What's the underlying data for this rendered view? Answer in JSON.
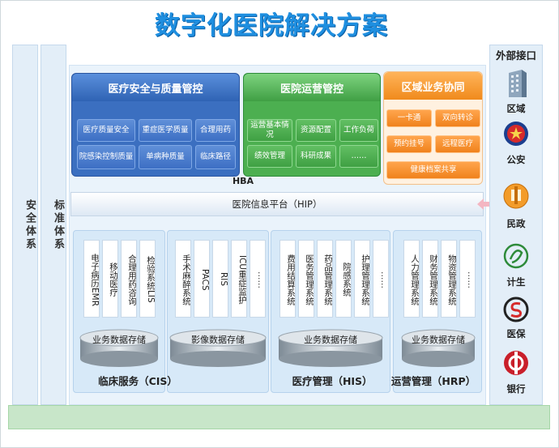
{
  "title": "数字化医院解决方案",
  "left_columns": [
    "安全体系",
    "标准体系"
  ],
  "panels": {
    "blue": {
      "title": "医疗安全与质量管控",
      "cells": [
        "医疗质量安全",
        "重症医学质量",
        "合理用药",
        "院感染控制质量",
        "单病种质量",
        "临床路径"
      ]
    },
    "green": {
      "title": "医院运营管控",
      "cells": [
        "运营基本情况",
        "资源配置",
        "工作负荷",
        "绩效管理",
        "科研成果",
        "……"
      ]
    },
    "orange": {
      "title": "区域业务协同",
      "cells": [
        "一卡通",
        "双向转诊",
        "预约挂号",
        "远程医疗",
        "健康档案共享"
      ]
    }
  },
  "hba": "HBA",
  "hip": "医院信息平台（HIP）",
  "groups": [
    {
      "label": "临床服务（CIS）",
      "systems": [
        "电子病历EMR",
        "移动医疗",
        "合理用药咨询",
        "检验系统LIS"
      ],
      "db": "业务数据存储"
    },
    {
      "label": "",
      "systems": [
        "手术麻醉系统",
        "PACS",
        "RIS",
        "ICU重症监护",
        "……"
      ],
      "db": "影像数据存储"
    },
    {
      "label": "医疗管理（HIS）",
      "systems": [
        "费用结算系统",
        "医务管理系统",
        "药品管理系统",
        "院感系统",
        "护理管理系统",
        "……"
      ],
      "db": "业务数据存储"
    },
    {
      "label": "运营管理（HRP）",
      "systems": [
        "人力管理系统",
        "财务管理系统",
        "物资管理系统",
        "……"
      ],
      "db": "业务数据存储"
    }
  ],
  "external": {
    "title": "外部接口",
    "items": [
      {
        "label": "区域",
        "icon": "building-icon"
      },
      {
        "label": "公安",
        "icon": "police-badge-icon"
      },
      {
        "label": "民政",
        "icon": "civil-affairs-emblem-icon"
      },
      {
        "label": "计生",
        "icon": "family-planning-logo-icon"
      },
      {
        "label": "医保",
        "icon": "medical-insurance-logo-icon"
      },
      {
        "label": "银行",
        "icon": "bank-logo-icon"
      }
    ]
  },
  "colors": {
    "title": "#1f8fe0",
    "blue_panel": "#3b6fc0",
    "green_panel": "#4caf50",
    "orange_panel": "#f08a1c"
  }
}
